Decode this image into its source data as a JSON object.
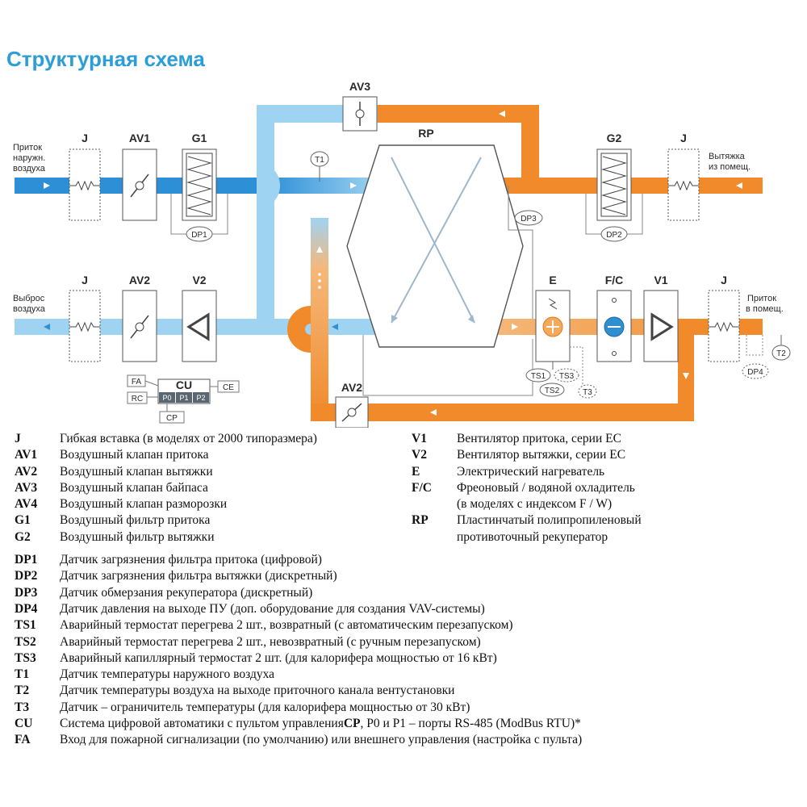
{
  "title": "Структурная схема",
  "diagram": {
    "labels": {
      "intake_outdoor": [
        "Приток",
        "наружн.",
        "воздуха"
      ],
      "exhaust_room": [
        "Вытяжка",
        "из помещ."
      ],
      "discharge": [
        "Выброс",
        "воздуха"
      ],
      "supply_room": [
        "Приток",
        "в помещ."
      ]
    },
    "components": {
      "J": "J",
      "AV1": "AV1",
      "AV2": "AV2",
      "AV3": "AV3",
      "G1": "G1",
      "G2": "G2",
      "V1": "V1",
      "V2": "V2",
      "E": "E",
      "FC": "F/C",
      "RP": "RP",
      "T1": "T1",
      "T2": "T2",
      "T3": "T3",
      "DP1": "DP1",
      "DP2": "DP2",
      "DP3": "DP3",
      "DP4": "DP4",
      "TS1": "TS1",
      "TS2": "TS2",
      "TS3": "TS3",
      "FA": "FA",
      "RC": "RC",
      "CU": "CU",
      "CE": "CE",
      "CP": "CP",
      "P0": "P0",
      "P1": "P1",
      "P2": "P2"
    },
    "colors": {
      "cold": "#9fd3f2",
      "cold_dark": "#2d8fd6",
      "warm": "#f08a2a",
      "warm_light": "#f5b87a",
      "title": "#2b9ed8"
    }
  },
  "legend": {
    "left": [
      {
        "key": "J",
        "text": "Гибкая вставка (в моделях от 2000 типоразмера)"
      },
      {
        "key": "AV1",
        "text": "Воздушный клапан притока"
      },
      {
        "key": "AV2",
        "text": "Воздушный клапан вытяжки"
      },
      {
        "key": "AV3",
        "text": "Воздушный клапан байпаса"
      },
      {
        "key": "AV4",
        "text": "Воздушный клапан разморозки"
      },
      {
        "key": "G1",
        "text": "Воздушный фильтр притока"
      },
      {
        "key": "G2",
        "text": "Воздушный фильтр вытяжки"
      }
    ],
    "right": [
      {
        "key": "V1",
        "text": "Вентилятор притока, серии ЕС"
      },
      {
        "key": "V2",
        "text": "Вентилятор вытяжки, серии ЕС"
      },
      {
        "key": "E",
        "text": "Электрический нагреватель"
      },
      {
        "key": "F/C",
        "text": "Фреоновый / водяной охладитель"
      },
      {
        "key": "",
        "text": "(в моделях с индексом F / W)"
      },
      {
        "key": "RP",
        "text": "Пластинчатый полипропиленовый"
      },
      {
        "key": "",
        "text": "противоточный рекуператор"
      }
    ],
    "bottom": [
      {
        "key": "DP1",
        "text": "Датчик загрязнения фильтра притока (цифровой)"
      },
      {
        "key": "DP2",
        "text": "Датчик загрязнения фильтра вытяжки (дискретный)"
      },
      {
        "key": "DP3",
        "text": "Датчик обмерзания рекуператора (дискретный)"
      },
      {
        "key": "DP4",
        "text": "Датчик давления на выходе ПУ (доп. оборудование для создания VAV-системы)"
      },
      {
        "key": "TS1",
        "text": "Аварийный термостат перегрева 2 шт., возвратный (с автоматическим перезапуском)"
      },
      {
        "key": "TS2",
        "text": "Аварийный термостат перегрева 2 шт., невозвратный (с ручным перезапуском)"
      },
      {
        "key": "TS3",
        "text": "Аварийный капиллярный термостат 2 шт. (для калорифера мощностью от 16 кВт)"
      },
      {
        "key": "T1",
        "text": "Датчик температуры наружного воздуха"
      },
      {
        "key": "T2",
        "text": "Датчик температуры воздуха на выходе приточного канала вентустановки"
      },
      {
        "key": "T3",
        "text": "Датчик – ограничитель температуры (для калорифера мощностью от 30 кВт)"
      },
      {
        "key": "CU",
        "text_before": "Система цифровой автоматики с пультом управления ",
        "text_bold": "CP",
        "text_after": ", P0 и P1 – порты RS-485 (ModBus RTU)*"
      },
      {
        "key": "FA",
        "text": "Вход для пожарной сигнализации (по умолчанию) или внешнего управления (настройка с пульта)"
      }
    ]
  }
}
